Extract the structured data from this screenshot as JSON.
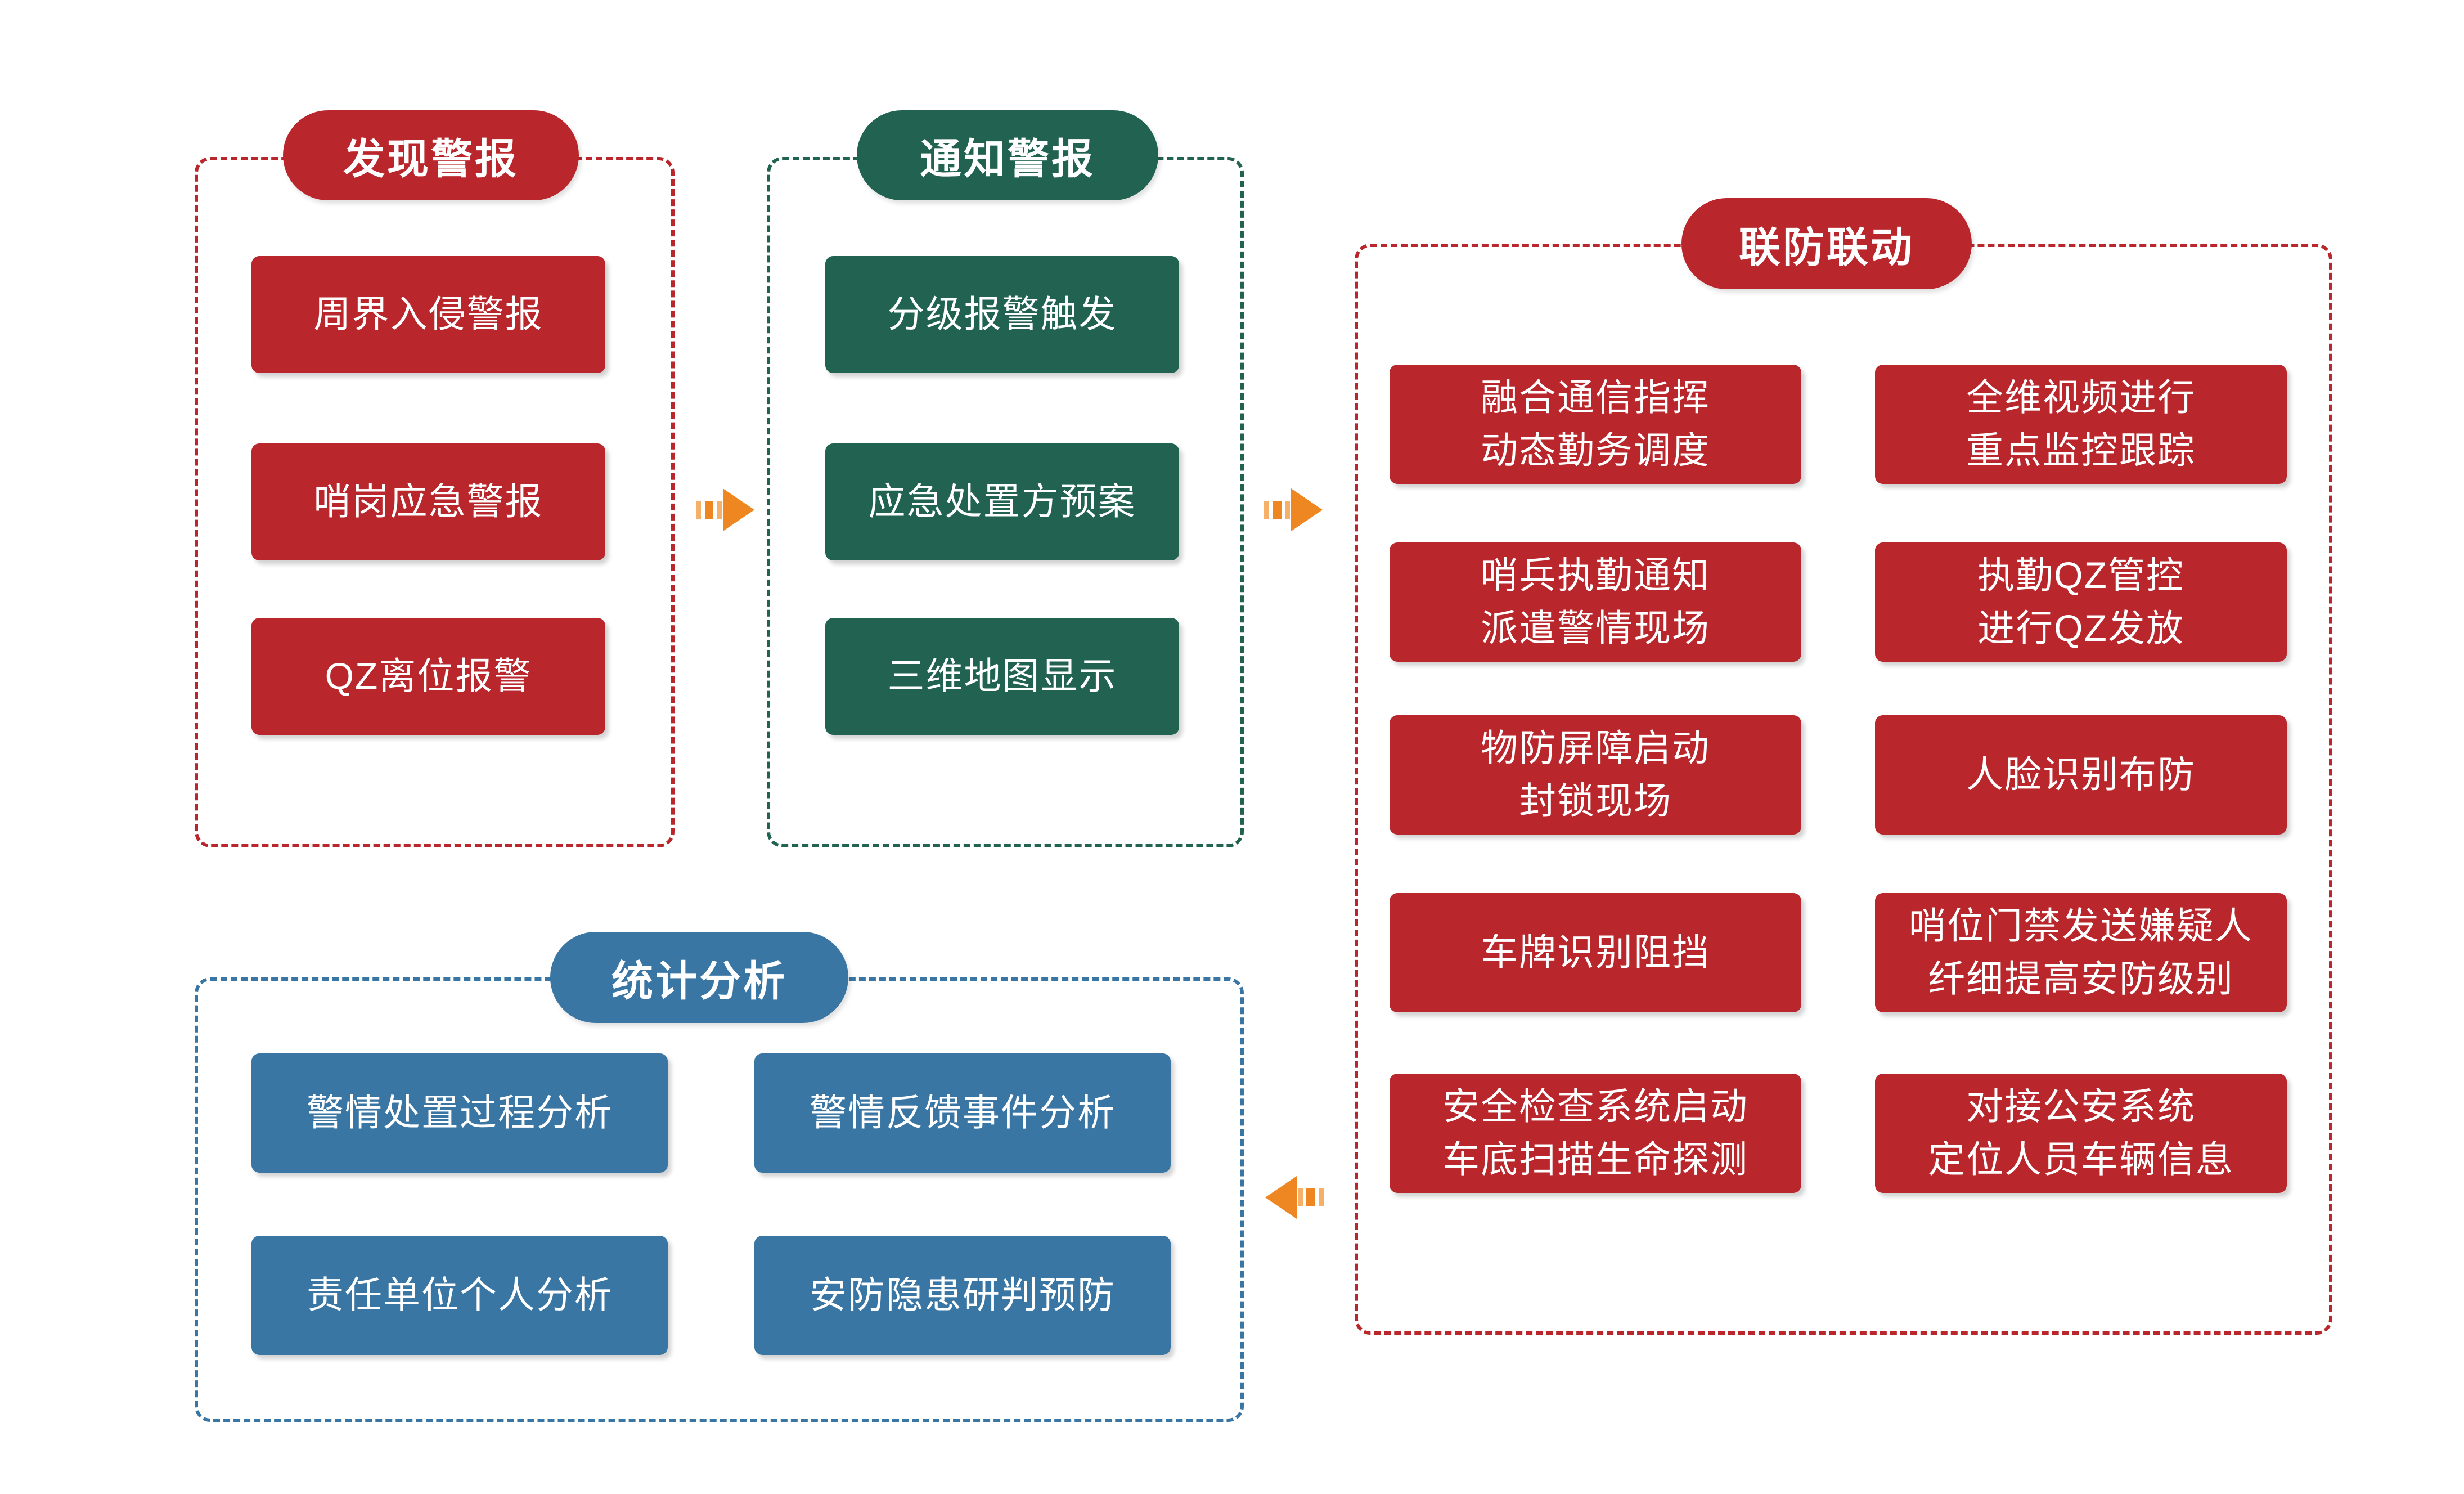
{
  "page": {
    "background": "#FFFFFF"
  },
  "colors": {
    "red": "#B9262B",
    "green": "#216350",
    "blue": "#3A76A3",
    "orange": "#EE8722",
    "orange_light": "#F5B06A"
  },
  "groups": [
    {
      "name": "discover-alert",
      "title": "发现警报",
      "accent": "#B9262B",
      "items": [
        {
          "l1": "周界入侵警报"
        },
        {
          "l1": "哨岗应急警报"
        },
        {
          "l1": "QZ离位报警"
        }
      ]
    },
    {
      "name": "notify-alert",
      "title": "通知警报",
      "accent": "#216350",
      "items": [
        {
          "l1": "分级报警触发"
        },
        {
          "l1": "应急处置方预案"
        },
        {
          "l1": "三维地图显示"
        }
      ]
    },
    {
      "name": "joint-defense",
      "title": "联防联动",
      "accent": "#B9262B",
      "left_items": [
        {
          "l1": "融合通信指挥",
          "l2": "动态勤务调度"
        },
        {
          "l1": "哨兵执勤通知",
          "l2": "派遣警情现场"
        },
        {
          "l1": "物防屏障启动",
          "l2": "封锁现场"
        },
        {
          "l1": "车牌识别阻挡"
        },
        {
          "l1": "安全检查系统启动",
          "l2": "车底扫描生命探测"
        }
      ],
      "right_items": [
        {
          "l1": "全维视频进行",
          "l2": "重点监控跟踪"
        },
        {
          "l1": "执勤QZ管控",
          "l2": "进行QZ发放"
        },
        {
          "l1": "人脸识别布防"
        },
        {
          "l1": "哨位门禁发送嫌疑人",
          "l2": "纤细提高安防级别"
        },
        {
          "l1": "对接公安系统",
          "l2": "定位人员车辆信息"
        }
      ]
    },
    {
      "name": "statistical-analysis",
      "title": "统计分析",
      "accent": "#3A76A3",
      "items": [
        {
          "l1": "警情处置过程分析"
        },
        {
          "l1": "警情反馈事件分析"
        },
        {
          "l1": "责任单位个人分析"
        },
        {
          "l1": "安防隐患研判预防"
        }
      ]
    }
  ],
  "arrows": [
    {
      "name": "arrow-discover-to-notify",
      "direction": "right"
    },
    {
      "name": "arrow-notify-to-joint",
      "direction": "right"
    },
    {
      "name": "arrow-joint-to-statistics",
      "direction": "left"
    }
  ]
}
